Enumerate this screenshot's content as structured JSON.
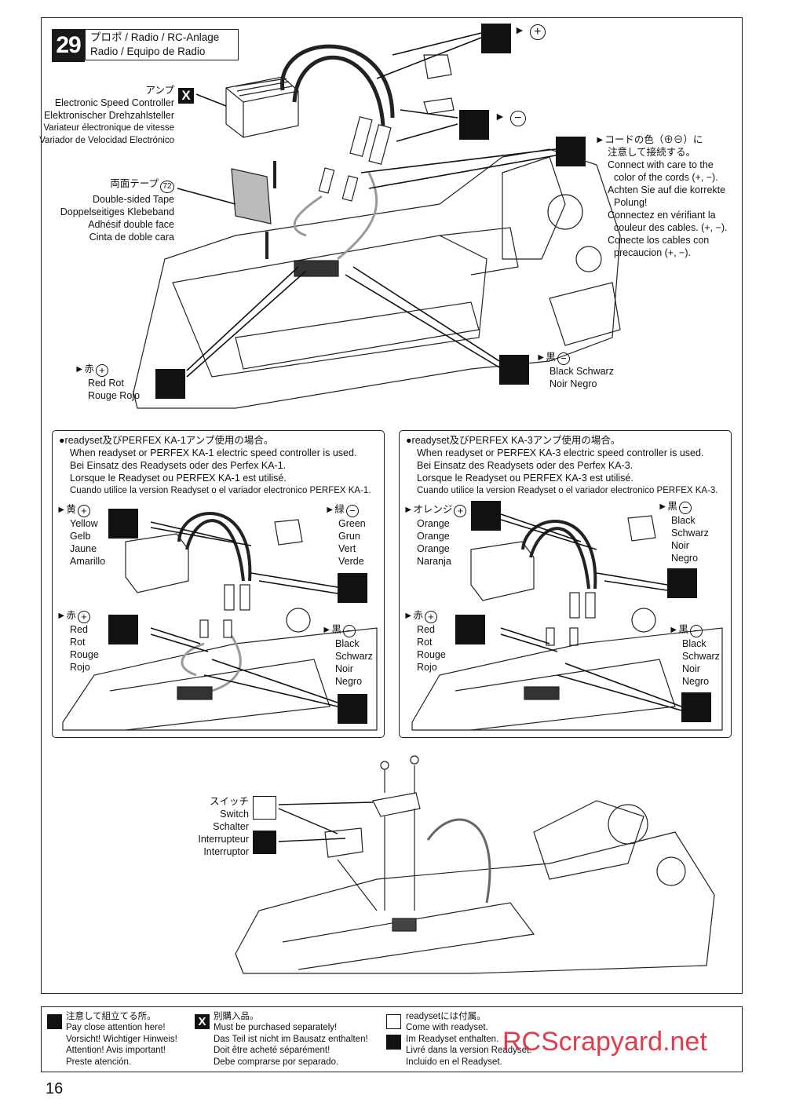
{
  "step": {
    "number": "29",
    "title_line1": "プロポ / Radio / RC-Anlage",
    "title_line2": "Radio / Equipo de Radio"
  },
  "esc_label": [
    "アンプ",
    "Electronic Speed Controller",
    "Elektronischer Drehzahlsteller",
    "Variateur électronique de vitesse",
    "Variador de Velocidad Electrónico"
  ],
  "esc_badge": "X",
  "tape_label": {
    "jp": "両面テープ",
    "part_no": "72",
    "lines": [
      "Double-sided Tape",
      "Doppelseitiges Klebeband",
      "Adhésif double face",
      "Cinta de doble cara"
    ]
  },
  "main_plus": "+",
  "main_minus": "−",
  "cord_note": [
    "►コードの色（⊕⊖）に",
    "注意して接続する。",
    "Connect with care to the",
    "color of the cords (+, −).",
    "Achten Sie auf die korrekte",
    "Polung!",
    "Connectez en vérifiant la",
    "couleur des cables. (+, −).",
    "Conecte los cables con",
    "precaucion (+, −)."
  ],
  "red_label": {
    "prefix": "►赤",
    "sym": "+",
    "lines": [
      "Red   Rot",
      "Rouge   Rojo"
    ]
  },
  "black_label": {
    "prefix": "►黒",
    "sym": "−",
    "lines": [
      "Black   Schwarz",
      "Noir   Negro"
    ]
  },
  "panel_left": {
    "heading": [
      "●readyset及びPERFEX KA-1アンプ使用の場合。",
      "When readyset or PERFEX KA-1 electric speed controller is used.",
      "Bei Einsatz des Readysets oder des Perfex KA-1.",
      "Lorsque le Readyset ou PERFEX KA-1 est utilisé."
    ],
    "heading_small": "Cuando utilice la version Readyset o el variador electronico PERFEX KA-1.",
    "top_left": {
      "prefix": "►黄",
      "sym": "+",
      "lines": [
        "Yellow",
        "Gelb",
        "Jaune",
        "Amarillo"
      ]
    },
    "top_right": {
      "prefix": "►緑",
      "sym": "−",
      "lines": [
        "Green",
        "Grun",
        "Vert",
        "Verde"
      ]
    },
    "bottom_left": {
      "prefix": "►赤",
      "sym": "+",
      "lines": [
        "Red",
        "Rot",
        "Rouge",
        "Rojo"
      ]
    },
    "bottom_right": {
      "prefix": "►黒",
      "sym": "−",
      "lines": [
        "Black",
        "Schwarz",
        "Noir",
        "Negro"
      ]
    }
  },
  "panel_right": {
    "heading": [
      "●readyset及びPERFEX KA-3アンプ使用の場合。",
      "When readyset or PERFEX KA-3 electric speed controller is used.",
      "Bei Einsatz des Readysets oder des Perfex KA-3.",
      "Lorsque le Readyset ou PERFEX KA-3 est utilisé."
    ],
    "heading_small": "Cuando utilice la version Readyset o el variador electronico PERFEX KA-3.",
    "top_left": {
      "prefix": "►オレンジ",
      "sym": "+",
      "lines": [
        "Orange",
        "Orange",
        "Orange",
        "Naranja"
      ]
    },
    "top_right": {
      "prefix": "►黒",
      "sym": "−",
      "lines": [
        "Black",
        "Schwarz",
        "Noir",
        "Negro"
      ]
    },
    "bottom_left": {
      "prefix": "►赤",
      "sym": "+",
      "lines": [
        "Red",
        "Rot",
        "Rouge",
        "Rojo"
      ]
    },
    "bottom_right": {
      "prefix": "►黒",
      "sym": "−",
      "lines": [
        "Black",
        "Schwarz",
        "Noir",
        "Negro"
      ]
    }
  },
  "switch_label": [
    "スイッチ",
    "Switch",
    "Schalter",
    "Interrupteur",
    "Interruptor"
  ],
  "legend": {
    "col1": [
      "注意して組立てる所。",
      "Pay close attention here!",
      "Vorsicht!  Wichtiger Hinweis!",
      "Attention! Avis important!",
      "Preste atención."
    ],
    "col2_badge": "X",
    "col2": [
      "別購入品。",
      "Must be purchased separately!",
      "Das Teil ist nicht im Bausatz enthalten!",
      "Doit être acheté séparément!",
      "Debe comprarse por separado."
    ],
    "col3a": [
      "readysetには付属。",
      "Come with readyset."
    ],
    "col3b": [
      "Im Readyset enthalten.",
      "Livré dans la version Readyset.",
      "Incluido en el Readyset."
    ]
  },
  "watermark": "RCScrapyard.net",
  "page_number": "16"
}
